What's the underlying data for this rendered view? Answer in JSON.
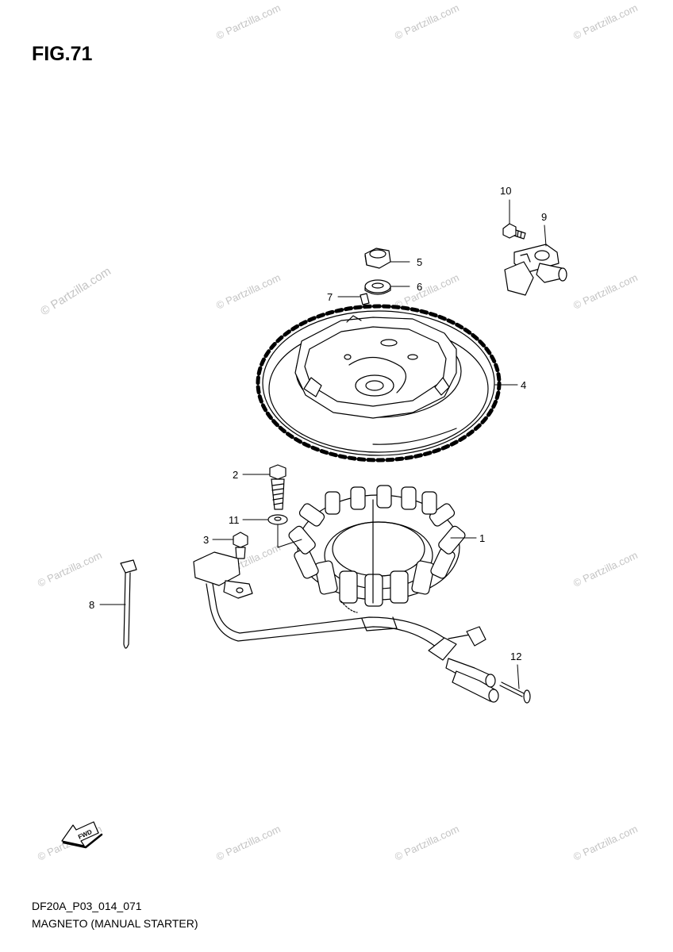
{
  "figure": {
    "title": "FIG.71"
  },
  "watermark": "© Partzilla.com",
  "fwd_label": "FWD",
  "parts": [
    {
      "number": "1",
      "name": "stator-coil"
    },
    {
      "number": "2",
      "name": "bolt"
    },
    {
      "number": "3",
      "name": "screw"
    },
    {
      "number": "4",
      "name": "flywheel-rotor"
    },
    {
      "number": "5",
      "name": "nut"
    },
    {
      "number": "6",
      "name": "washer"
    },
    {
      "number": "7",
      "name": "key"
    },
    {
      "number": "8",
      "name": "cable-tie"
    },
    {
      "number": "9",
      "name": "pulser-sensor"
    },
    {
      "number": "10",
      "name": "sensor-bolt"
    },
    {
      "number": "11",
      "name": "washer"
    },
    {
      "number": "12",
      "name": "pin"
    }
  ],
  "footer": {
    "code": "DF20A_P03_014_071",
    "caption": "MAGNETO (MANUAL STARTER)"
  }
}
